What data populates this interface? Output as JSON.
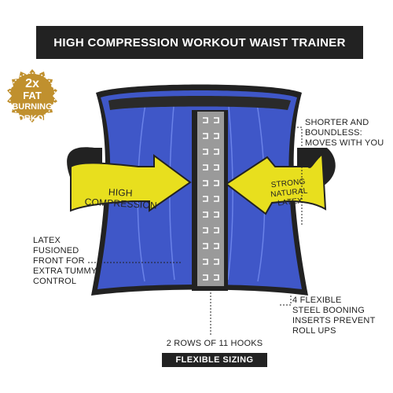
{
  "title": "HIGH COMPRESSION WORKOUT WAIST TRAINER",
  "badge": {
    "line1": "2x",
    "line2": "FAT",
    "line3": "BURNING",
    "line4": "WORKOUT"
  },
  "arrow_left": {
    "line1": "HIGH",
    "line2": "COMPRESSION"
  },
  "arrow_right": {
    "line1": "STRONG",
    "line2": "NATURAL",
    "line3": "LATEX"
  },
  "callouts": {
    "top_right": [
      "SHORTER AND",
      "BOUNDLESS:",
      "MOVES WITH YOU"
    ],
    "left": [
      "LATEX",
      "FUSIONED",
      "FRONT FOR",
      "EXTRA TUMMY",
      "CONTROL"
    ],
    "bottom_right": [
      "4 FLEXIBLE",
      "STEEL BOONING",
      "INSERTS PREVENT",
      "ROLL UPS"
    ],
    "bottom": "2 ROWS OF 11 HOOKS"
  },
  "pill_label": "FLEXIBLE SIZING",
  "colors": {
    "blue": "#3f57c8",
    "yellow": "#e8df1e",
    "gold": "#c0902e",
    "dark": "#222222",
    "gray": "#9a9a9a"
  }
}
